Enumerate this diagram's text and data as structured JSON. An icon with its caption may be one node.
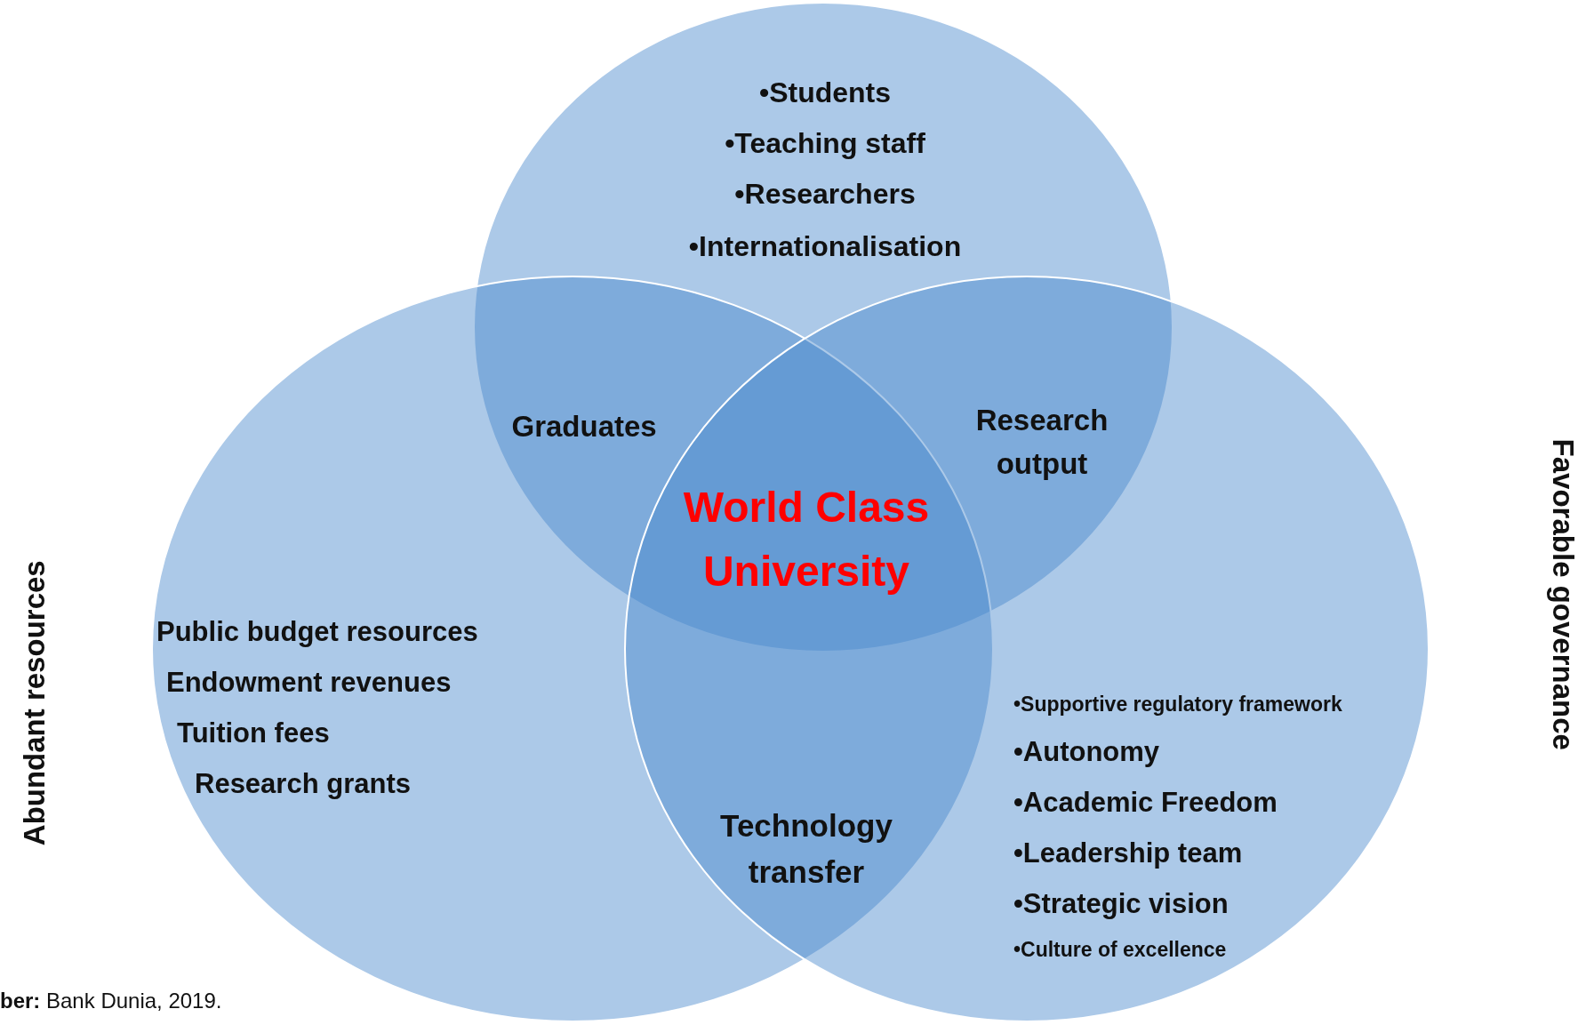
{
  "diagram": {
    "nodes": [
      {
        "text": [
          "•Students",
          "•Teaching staff",
          "•Researchers",
          "•Internationalisation"
        ]
      },
      {
        "text": [
          "Public budget resources",
          "Endowment revenues",
          "Tuition fees",
          "Research grants"
        ]
      },
      {
        "text": [
          "•Supportive regulatory framework",
          "•Autonomy",
          "•Academic Freedom",
          "•Leadership team",
          "•Strategic vision",
          "•Culture of excellence"
        ]
      }
    ],
    "labels": [
      "Graduates",
      "Research output",
      "World Class University",
      "Technology transfer",
      "Abundant resources",
      "Favorable governance",
      "**ber:** Bank Dunia, 2019."
    ]
  }
}
